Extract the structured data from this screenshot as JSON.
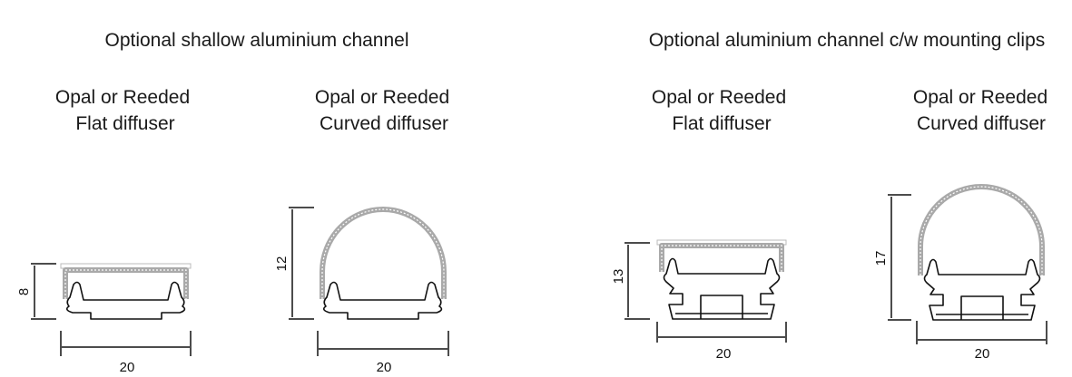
{
  "groups": [
    {
      "title": "Optional shallow aluminium channel",
      "items": [
        {
          "line1": "Opal or Reeded",
          "line2": "Flat diffuser",
          "height": "8",
          "width": "20"
        },
        {
          "line1": "Opal or Reeded",
          "line2": "Curved diffuser",
          "height": "12",
          "width": "20"
        }
      ]
    },
    {
      "title": "Optional aluminium channel c/w mounting clips",
      "items": [
        {
          "line1": "Opal or Reeded",
          "line2": "Flat diffuser",
          "height": "13",
          "width": "20"
        },
        {
          "line1": "Opal or Reeded",
          "line2": "Curved diffuser",
          "height": "17",
          "width": "20"
        }
      ]
    }
  ],
  "colors": {
    "diffuser": "#a9a9a9",
    "channel": "#111111"
  }
}
